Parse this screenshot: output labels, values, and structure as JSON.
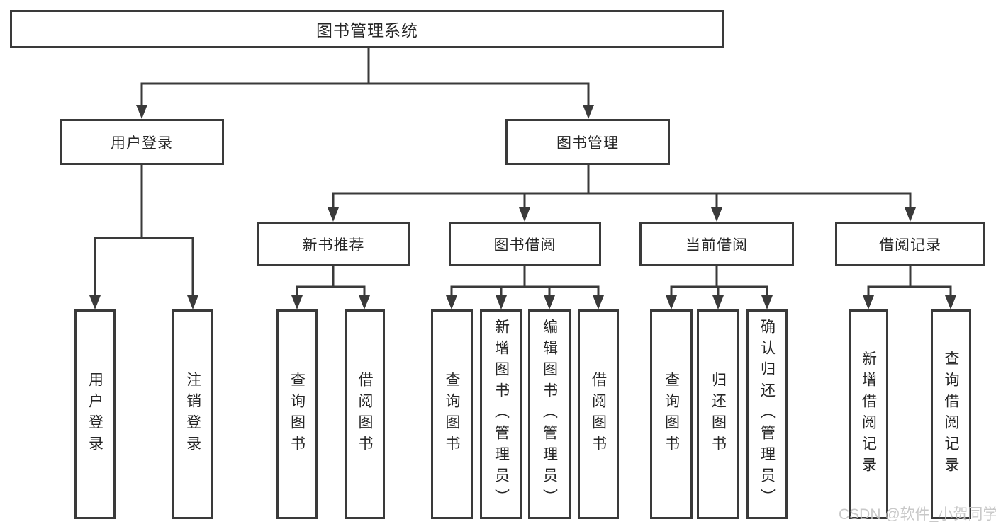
{
  "diagram": {
    "type": "tree",
    "line_color": "#3a3a3a",
    "box_background": "#ffffff",
    "text_color": "#262626",
    "root": {
      "label": "图书管理系统",
      "children": [
        {
          "label": "用户登录",
          "children": [
            {
              "label": "用户登录"
            },
            {
              "label": "注销登录"
            }
          ]
        },
        {
          "label": "图书管理",
          "children": [
            {
              "label": "新书推荐",
              "children": [
                {
                  "label": "查询图书"
                },
                {
                  "label": "借阅图书"
                }
              ]
            },
            {
              "label": "图书借阅",
              "children": [
                {
                  "label": "查询图书"
                },
                {
                  "label": "新增图书（管理员）"
                },
                {
                  "label": "编辑图书（管理员）"
                },
                {
                  "label": "借阅图书"
                }
              ]
            },
            {
              "label": "当前借阅",
              "children": [
                {
                  "label": "查询图书"
                },
                {
                  "label": "归还图书"
                },
                {
                  "label": "确认归还（管理员）"
                }
              ]
            },
            {
              "label": "借阅记录",
              "children": [
                {
                  "label": "新增借阅记录"
                },
                {
                  "label": "查询借阅记录"
                }
              ]
            }
          ]
        }
      ]
    }
  },
  "watermark": {
    "text": "CSDN @软件_小贺同学",
    "color": "#c3c3c3"
  }
}
